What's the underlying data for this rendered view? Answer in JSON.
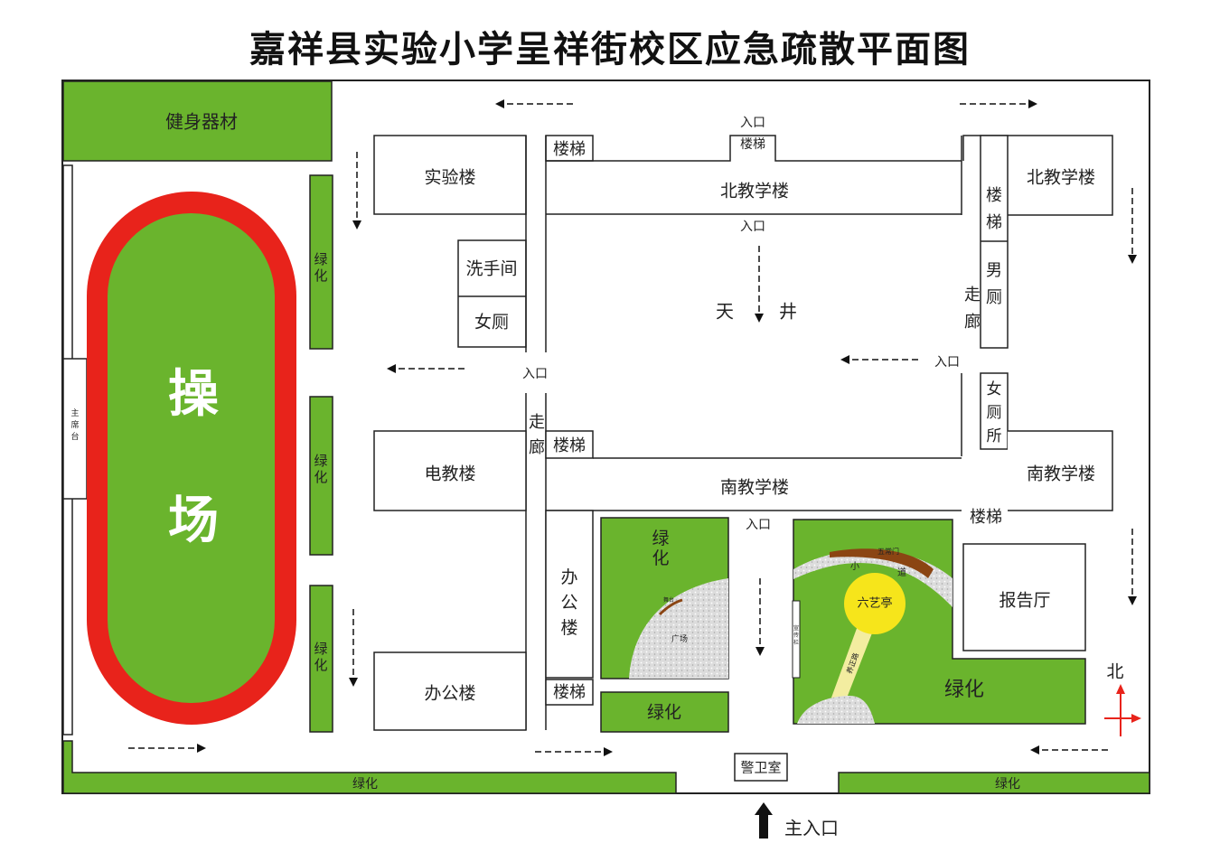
{
  "title": "嘉祥县实验小学呈祥街校区应急疏散平面图",
  "labels": {
    "fitness": "健身器材",
    "playground_1": "操",
    "playground_2": "场",
    "podium": "主席台",
    "greenery": "绿化",
    "greenery_v": "绿\n化",
    "lab": "实验楼",
    "stairs": "楼梯",
    "stairs_v": "楼\n梯",
    "entrance": "入口",
    "north_building": "北教学楼",
    "washroom": "洗手间",
    "womens": "女厕",
    "womens_v": "女\n厕\n所",
    "mens_v": "男\n厕",
    "corridor_v": "走\n廊",
    "courtyard_1": "天",
    "courtyard_2": "井",
    "av_building": "电教楼",
    "south_building": "南教学楼",
    "office": "办公楼",
    "office_v": "办\n公\n楼",
    "plaza": "广场",
    "lecture_hall": "报告厅",
    "pavilion": "六艺亭",
    "path_1": "小",
    "path_2": "道",
    "gate_arc": "五常门",
    "road": "养正路",
    "notice": "宣传栏",
    "stage": "舞台",
    "guard": "警卫室",
    "main_entrance": "主入口",
    "north": "北"
  },
  "colors": {
    "green": "#6ab42d",
    "track": "#e8231b",
    "pavilion": "#f6e51b",
    "compass": "#e8231b",
    "arc": "#8b4513"
  }
}
